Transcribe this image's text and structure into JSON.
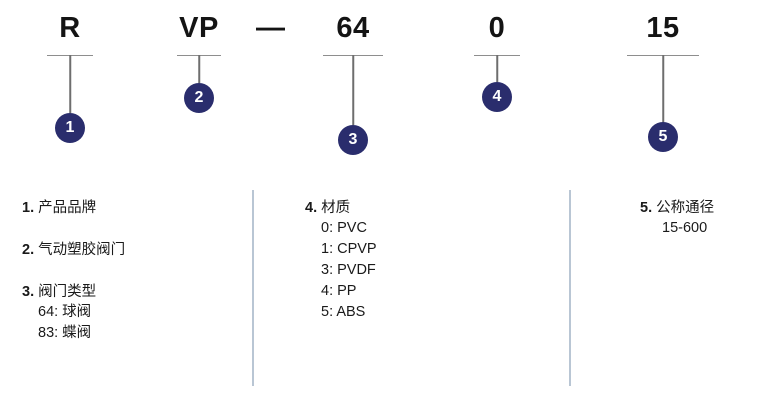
{
  "diagram": {
    "title_code": "RVP-64015",
    "accent_color": "#2a2d6d",
    "tick_color": "#8e8e8e",
    "divider_color": "#b9c6d4",
    "separator": "—",
    "segments": [
      {
        "code": "R",
        "badge": "1"
      },
      {
        "code": "VP",
        "badge": "2"
      },
      {
        "code": "64",
        "badge": "3"
      },
      {
        "code": "0",
        "badge": "4"
      },
      {
        "code": "15",
        "badge": "5"
      }
    ]
  },
  "legend": {
    "columns": [
      {
        "entries": [
          {
            "num": "1",
            "dot": ".",
            "label": "产品品牌",
            "sublines": []
          },
          {
            "num": "2",
            "dot": ".",
            "label": "气动塑胶阀门",
            "sublines": []
          },
          {
            "num": "3",
            "dot": ".",
            "label": "阀门类型",
            "sublines": [
              "64: 球阀",
              "83: 蝶阀"
            ]
          }
        ]
      },
      {
        "entries": [
          {
            "num": "4",
            "dot": ".",
            "label": "材质",
            "sublines": [
              "0: PVC",
              "1: CPVP",
              "3: PVDF",
              "4: PP",
              "5: ABS"
            ]
          }
        ]
      },
      {
        "entries": [
          {
            "num": "5",
            "dot": ".",
            "label": "公称通径",
            "sublines": [
              "15-600"
            ]
          }
        ]
      }
    ]
  }
}
